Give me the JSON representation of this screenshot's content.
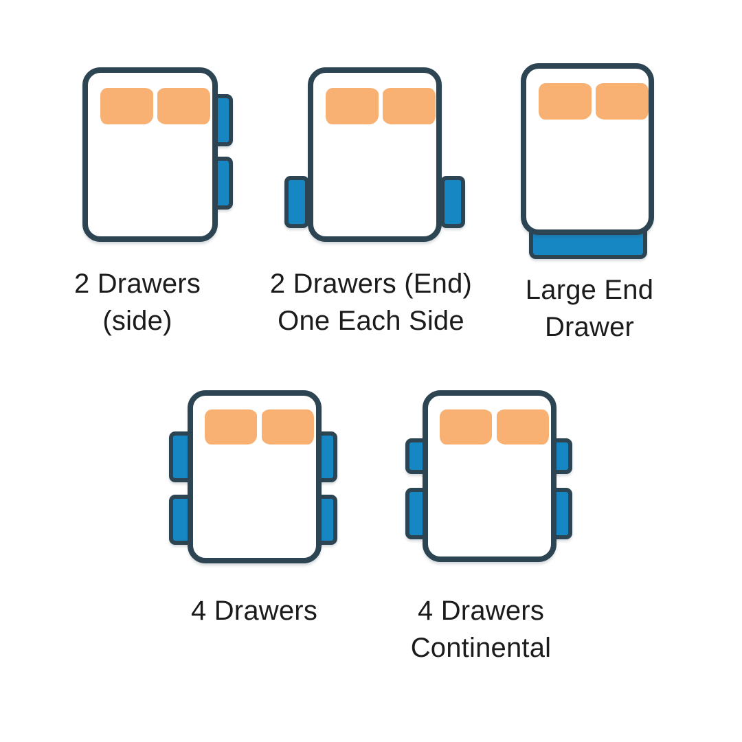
{
  "colors": {
    "outline": "#2d4553",
    "drawer_fill": "#1787c4",
    "pillow_fill": "#f8b173",
    "label_text": "#1b1b1b",
    "background": "#ffffff"
  },
  "diagrams": [
    {
      "name": "2-drawers-side",
      "label": "2 Drawers\n(side)",
      "config": "two drawers on right side"
    },
    {
      "name": "2-drawers-end-one-each-side",
      "label": "2 Drawers (End)\nOne Each Side",
      "config": "one end drawer on each side"
    },
    {
      "name": "large-end-drawer",
      "label": "Large End\nDrawer",
      "config": "one large drawer at foot end"
    },
    {
      "name": "4-drawers",
      "label": "4 Drawers",
      "config": "two drawers on each side"
    },
    {
      "name": "4-drawers-continental",
      "label": "4 Drawers\nContinental",
      "config": "two drawers on each side, shorter upper drawers"
    }
  ]
}
